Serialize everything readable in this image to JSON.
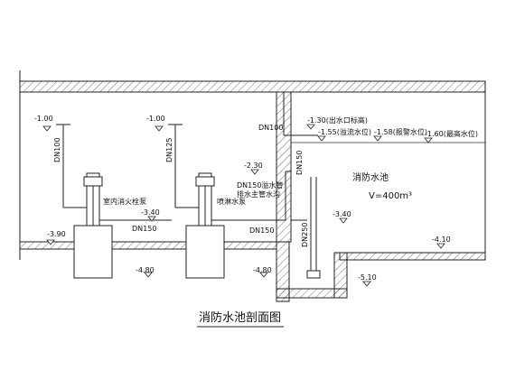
{
  "title": "消防水池剖面图",
  "tank": {
    "name": "消防水池",
    "volume": "V=400m³",
    "outlet_level": "-1.30(出水口标高)",
    "overflow_level": "-1.55(溢流水位)",
    "alarm_level": "-1.58(报警水位)",
    "max_level": "-1.60(最高水位)",
    "floor_level": "-4.10",
    "sump_level": "-5.10"
  },
  "pump_room": {
    "pump1_name": "室内消火栓泵",
    "pump2_name": "喷淋水泵",
    "riser1_level": "-1.00",
    "riser1_size": "DN100",
    "riser2_level": "-1.00",
    "riser2_size": "DN125",
    "pipe_level": "-2.30",
    "main_pipe_label_1": "DN150溢水管",
    "main_pipe_label_2": "排水主管水沟",
    "suction1_level": "-3.40",
    "suction2_level": "-3.40",
    "floor_level": "-3.90",
    "base1_level": "-4.80",
    "base2_level": "-4.80"
  },
  "pipes": {
    "inlet_size": "DN100",
    "suction1_size": "DN150",
    "suction2_size": "DN150",
    "drain_size": "DN150",
    "suction_main_size": "DN250"
  }
}
